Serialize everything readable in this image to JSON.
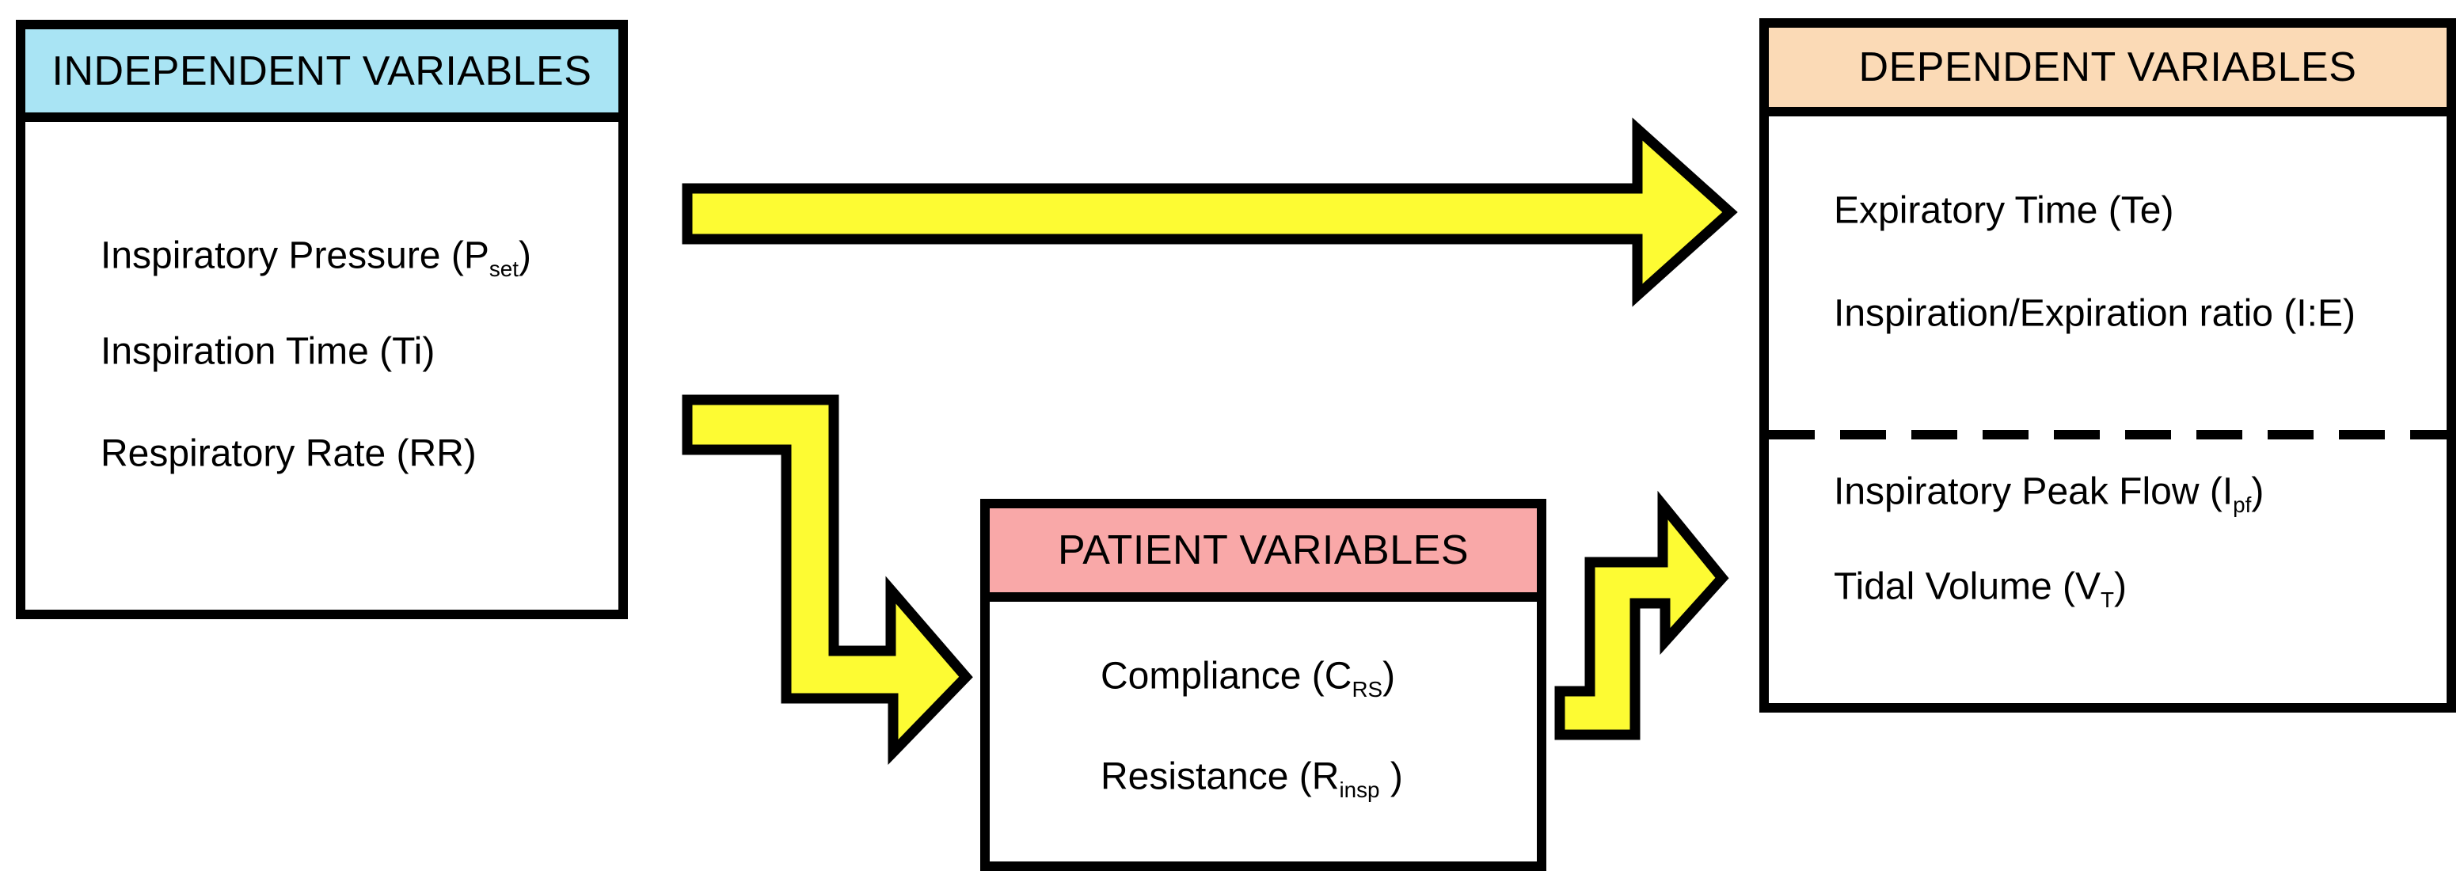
{
  "figure": {
    "background": "#ffffff",
    "text_color": "#000000",
    "border_color": "#000000"
  },
  "boxes": {
    "independent": {
      "title": "INDEPENDENT VARIABLES",
      "header_color": "#A9E4F4",
      "items": [
        {
          "pre": "Inspiratory Pressure (P",
          "sub": "set",
          "post": ")"
        },
        {
          "pre": "Inspiration Time (Ti)",
          "sub": "",
          "post": ""
        },
        {
          "pre": "Respiratory Rate (RR)",
          "sub": "",
          "post": ""
        }
      ]
    },
    "patient": {
      "title": "PATIENT VARIABLES",
      "header_color": "#F9A8A8",
      "items": [
        {
          "pre": "Compliance (C",
          "sub": "RS",
          "post": ")"
        },
        {
          "pre": "Resistance (R",
          "sub": "insp",
          "post": " )"
        }
      ]
    },
    "dependent": {
      "title": "DEPENDENT VARIABLES",
      "header_color": "#FBDAB6",
      "items_above": [
        {
          "pre": "Expiratory Time (Te)",
          "sub": "",
          "post": ""
        },
        {
          "pre": "Inspiration/Expiration ratio (I:E)",
          "sub": "",
          "post": ""
        }
      ],
      "items_below": [
        {
          "pre": "Inspiratory Peak Flow (I",
          "sub": "pf",
          "post": ")"
        },
        {
          "pre": "Tidal Volume (V",
          "sub": "T",
          "post": ")"
        }
      ]
    }
  },
  "arrows": {
    "fill": "#FDFB33",
    "outline": "#000000"
  }
}
